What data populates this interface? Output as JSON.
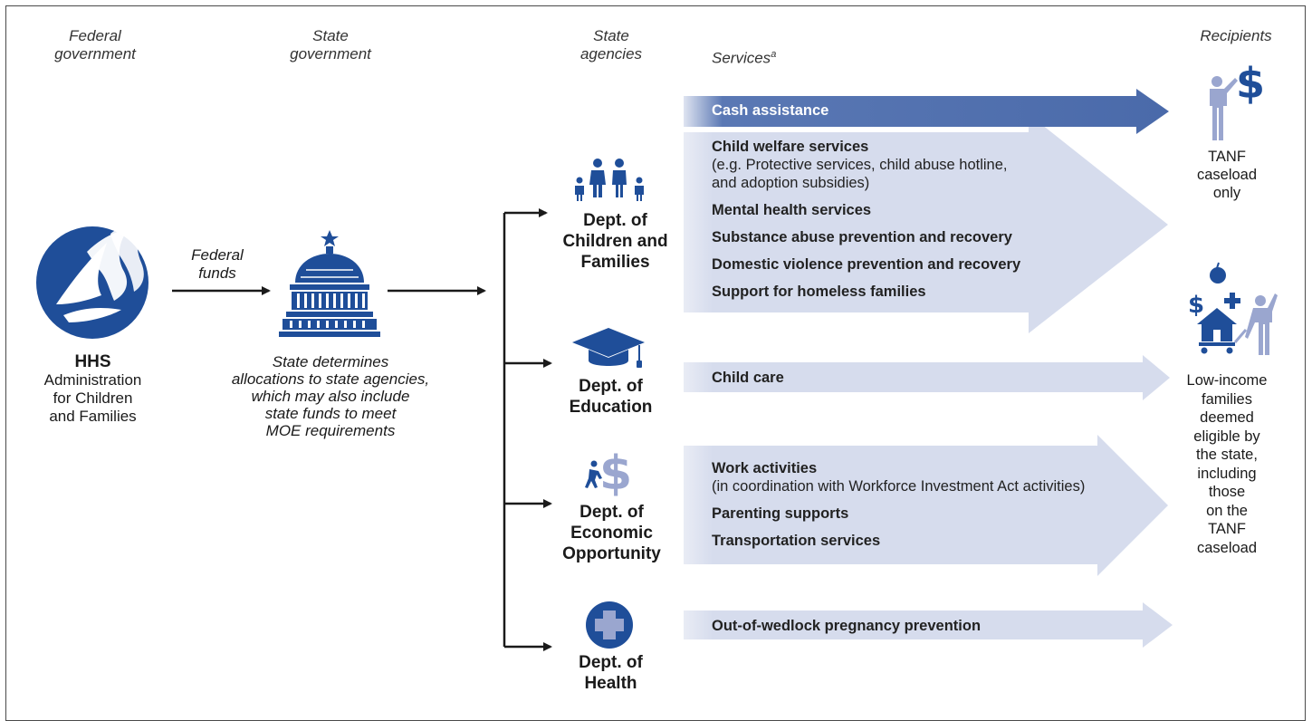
{
  "headers": {
    "federal_line1": "Federal",
    "federal_line2": "government",
    "state_line1": "State",
    "state_line2": "government",
    "agencies_line1": "State",
    "agencies_line2": "agencies",
    "services": "Services",
    "services_note": "a",
    "recipients": "Recipients"
  },
  "federal": {
    "hhs": "HHS",
    "line1": "Administration",
    "line2": "for Children",
    "line3": "and Families"
  },
  "funds": {
    "line1": "Federal",
    "line2": "funds"
  },
  "state_note": {
    "line1": "State determines",
    "line2": "allocations to state agencies,",
    "line3": "which may also include",
    "line4": "state funds to meet",
    "line5": "MOE requirements"
  },
  "departments": {
    "dcf": {
      "line1": "Dept. of",
      "line2": "Children and",
      "line3": "Families"
    },
    "edu": {
      "line1": "Dept. of",
      "line2": "Education"
    },
    "deo": {
      "line1": "Dept. of",
      "line2": "Economic",
      "line3": "Opportunity"
    },
    "health": {
      "line1": "Dept. of",
      "line2": "Health"
    }
  },
  "services": {
    "cash": "Cash assistance",
    "child_welfare": "Child welfare services",
    "child_welfare_n1": "(e.g. Protective services, child abuse hotline,",
    "child_welfare_n2": "and adoption subsidies)",
    "mental": "Mental health services",
    "substance": "Substance abuse prevention and recovery",
    "domestic": "Domestic violence prevention and recovery",
    "homeless": "Support for homeless families",
    "child_care": "Child care",
    "work": "Work activities",
    "work_note": "(in coordination with Workforce Investment Act activities)",
    "parenting": "Parenting supports",
    "transport": "Transportation services",
    "pregnancy": "Out-of-wedlock pregnancy prevention"
  },
  "recipients": {
    "tanf": {
      "line1": "TANF",
      "line2": "caseload",
      "line3": "only"
    },
    "low_income": {
      "line1": "Low-income",
      "line2": "families",
      "line3": "deemed",
      "line4": "eligible by",
      "line5": "the state,",
      "line6": "including",
      "line7": "those",
      "line8": "on the",
      "line9": "TANF",
      "line10": "caseload"
    }
  },
  "colors": {
    "dark_blue": "#1f4e99",
    "cash_arrow": "#4f6fae",
    "light_arrow": "#d6dced",
    "icon_light": "#9aa6cf"
  }
}
